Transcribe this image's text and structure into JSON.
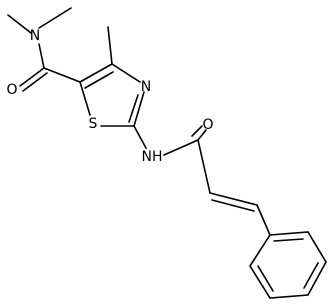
{
  "molecule": {
    "atom_labels": {
      "amide_nitrogen": "N",
      "carbonyl_oxygen_left": "O",
      "ring_nitrogen": "N",
      "ring_sulfur": "S",
      "amine_nh": "NH",
      "carbonyl_oxygen_right": "O"
    }
  }
}
